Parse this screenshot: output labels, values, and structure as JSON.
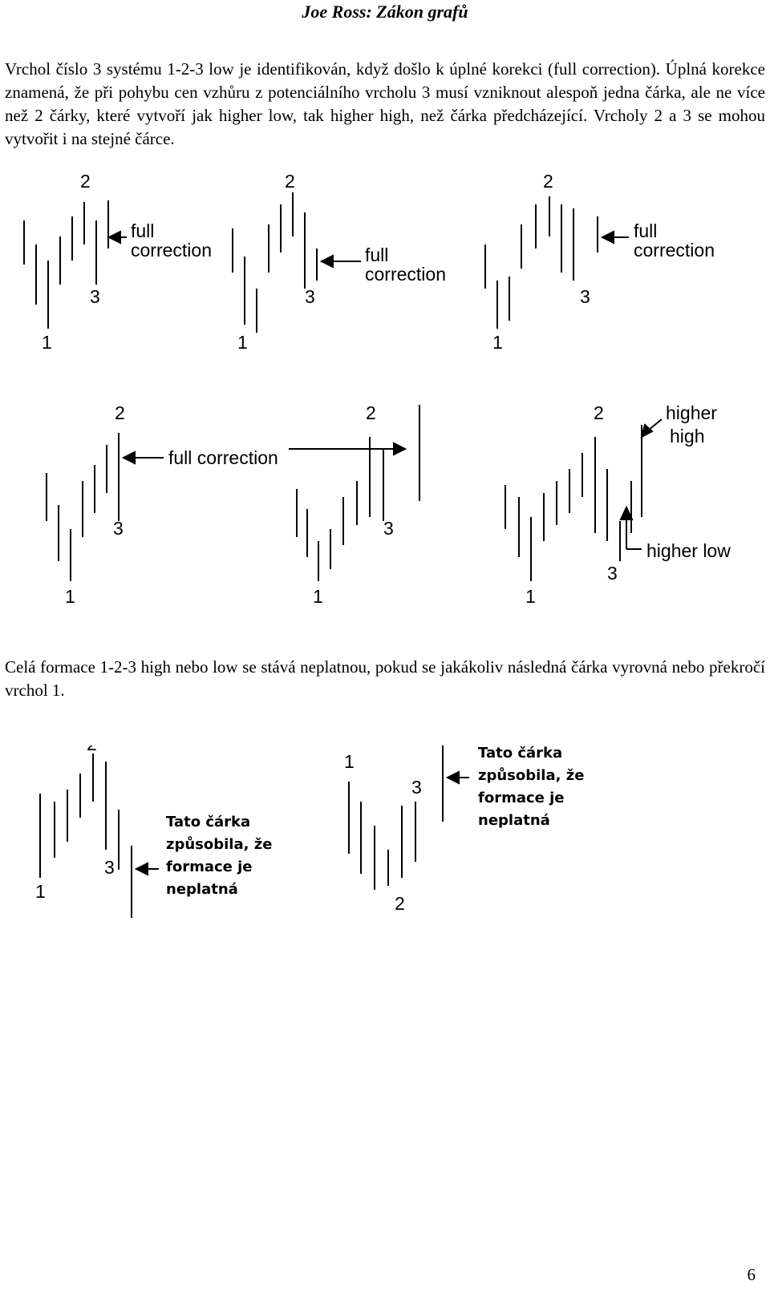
{
  "header": {
    "title": "Joe Ross: Zákon grafů"
  },
  "paragraphs": {
    "p1": "Vrchol číslo 3 systému 1-2-3 low je identifikován, když došlo k úplné korekci (full correction). Úplná korekce znamená, že při pohybu cen vzhůru z potenciálního vrcholu 3 musí vzniknout alespoň jedna čárka, ale ne více než 2 čárky, které vytvoří jak higher low, tak higher high, než čárka předcházející. Vrcholy 2 a 3 se mohou vytvořit i na stejné čárce.",
    "p2": "Celá formace 1-2-3 high nebo low se stává neplatnou, pokud se jakákoliv následná čárka vyrovná nebo překročí vrchol 1."
  },
  "labels": {
    "one": "1",
    "two": "2",
    "three": "3"
  },
  "annotations": {
    "full": "full",
    "correction": "correction",
    "full_correction": "full correction",
    "higher": "higher",
    "high": "high",
    "higher_low": "higher low",
    "invalid_line1": "Tato čárka",
    "invalid_line2": "způsobila, že",
    "invalid_line3": "formace je",
    "invalid_line4": "neplatná"
  },
  "footer": {
    "page_number": "6"
  }
}
